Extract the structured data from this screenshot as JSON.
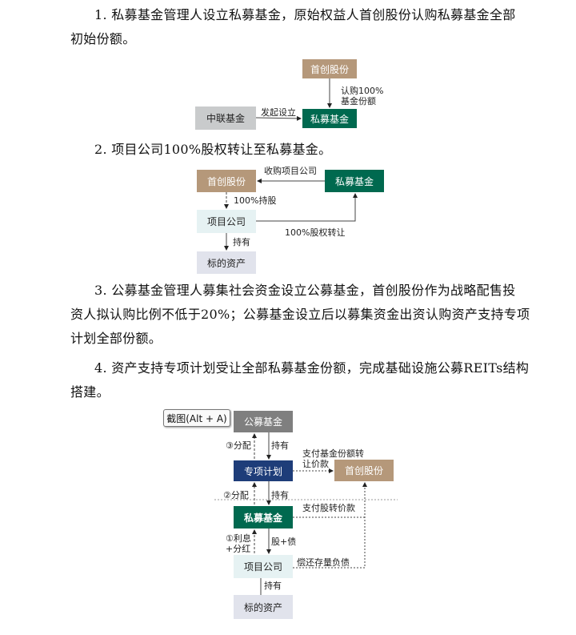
{
  "paragraphs": {
    "p1a": "1.  私募基金管理人设立私募基金，原始权益人首创股份认购私募基金全部",
    "p1b": "初始份额。",
    "p2": "2.  项目公司100%股权转让至私募基金。",
    "p3a": "3.  公募基金管理人募集社会资金设立公募基金，首创股份作为战略配售投",
    "p3b": "资人拟认购比例不低于20%；公募基金设立后以募集资金出资认购资产支持专项",
    "p3c": "计划全部份额。",
    "p4a": "4.  资产支持专项计划受让全部私募基金份额，完成基础设施公募REITs结构",
    "p4b": "搭建。"
  },
  "d1": {
    "shouchuang": "首创股份",
    "simu": "私募基金",
    "zhonglian": "中联基金",
    "subscribe1": "认购100%",
    "subscribe2": "基金份额",
    "initiate": "发起设立"
  },
  "d2": {
    "shouchuang": "首创股份",
    "simu": "私募基金",
    "project": "项目公司",
    "asset": "标的资产",
    "acquire": "收购项目公司",
    "hold100": "100%持股",
    "transfer": "100%股权转让",
    "hold": "持有"
  },
  "d3": {
    "public": "公募基金",
    "special": "专项计划",
    "shouchuang": "首创股份",
    "simu": "私募基金",
    "project": "项目公司",
    "asset": "标的资产",
    "dist3": "③分配",
    "dist2": "②分配",
    "dist1a": "①利息",
    "dist1b": "+分红",
    "hold1": "持有",
    "hold2": "持有",
    "hold3": "持有",
    "equity_debt": "股+债",
    "pay_fund1": "支付基金份额转",
    "pay_fund2": "让价款",
    "pay_equity": "支付股转价款",
    "repay": "偿还存量负债"
  },
  "tooltip": "截图(Alt + A)"
}
